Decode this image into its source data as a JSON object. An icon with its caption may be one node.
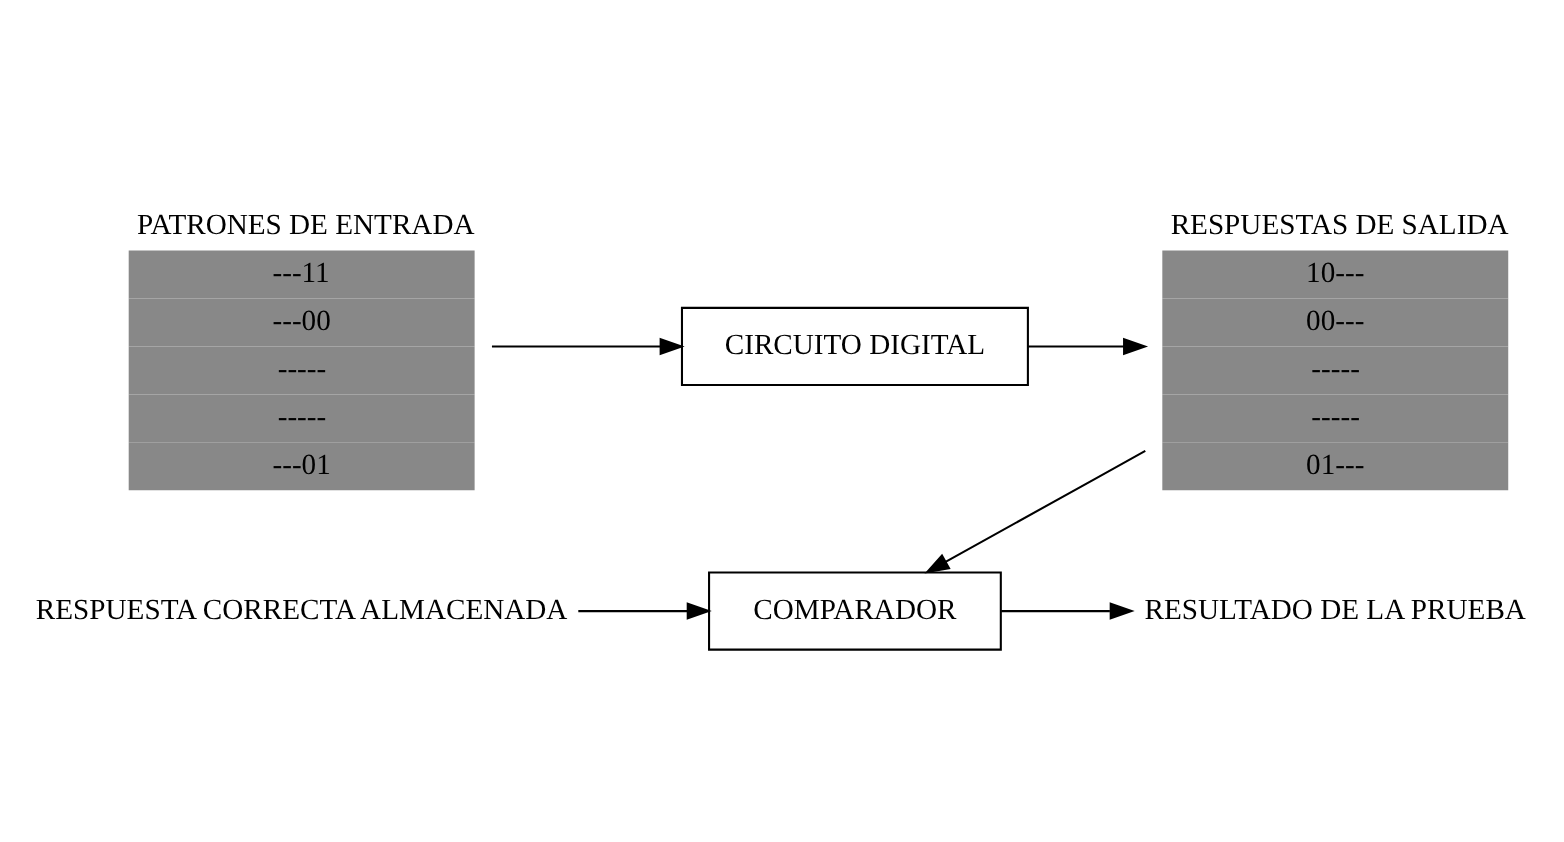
{
  "diagram": {
    "nodes": [
      {
        "text": [
          "PATRONES DE ENTRADA",
          "---11",
          "---00",
          "-----",
          "-----",
          "---01"
        ]
      },
      {
        "text": [
          "CIRCUITO DIGITAL"
        ]
      },
      {
        "text": [
          "RESPUESTAS DE SALIDA",
          "10---",
          "00---",
          "-----",
          "-----",
          "01---"
        ]
      },
      {
        "text": [
          "COMPARADOR"
        ]
      },
      {
        "text": [
          "RESPUESTA CORRECTA ALMACENADA"
        ]
      },
      {
        "text": [
          "RESULTADO DE LA PRUEBA"
        ]
      }
    ],
    "edges": [
      {
        "from": 0,
        "to": 1,
        "arrow": "to"
      },
      {
        "from": 1,
        "to": 2,
        "arrow": "to"
      },
      {
        "from": 2,
        "to": 3,
        "arrow": "to"
      },
      {
        "from": 4,
        "to": 3,
        "arrow": "to"
      },
      {
        "from": 3,
        "to": 5,
        "arrow": "to"
      }
    ]
  }
}
